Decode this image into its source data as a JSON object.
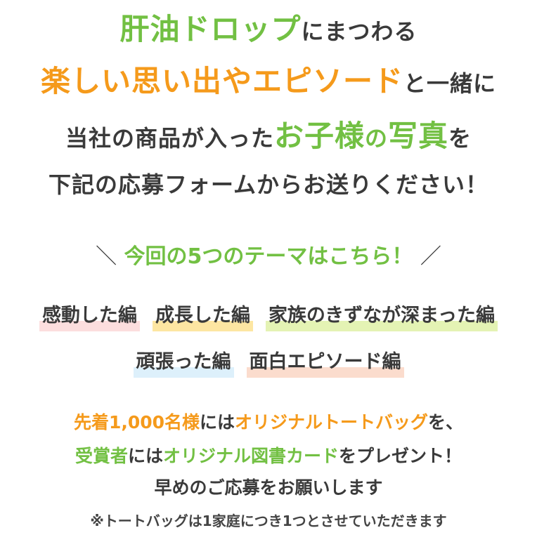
{
  "headline": {
    "line1": {
      "green": "肝油ドロップ",
      "dark": "にまつわる"
    },
    "line2": {
      "orange": "楽しい思い出やエピソード",
      "dark": "と一緒に"
    },
    "line3": {
      "dark1": "当社の商品が入った",
      "green1": "お子様",
      "green_small": "の",
      "green2": "写真",
      "dark2": "を"
    },
    "line4": "下記の応募フォームからお送りください！"
  },
  "themes": {
    "heading_left_slash": "＼",
    "heading": "今回の5つのテーマはこちら！",
    "heading_right_slash": "／",
    "row1": [
      "感動した編",
      "成長した編",
      "家族のきずなが深まった編"
    ],
    "row2": [
      "頑張った編",
      "面白エピソード編"
    ]
  },
  "present": {
    "line1": {
      "orange1": "先着1,000名様",
      "dark1": "には",
      "orange2": "オリジナルトートバッグ",
      "dark2": "を、"
    },
    "line2": {
      "green1": "受賞者",
      "dark1": "には",
      "green2": "オリジナル図書カード",
      "dark2": "をプレゼント！"
    },
    "line3": "早めのご応募をお願いします",
    "note": "※トートバッグは1家庭につき1つとさせていただきます"
  },
  "colors": {
    "green": "#72c043",
    "orange": "#f59a1b",
    "text": "#3a3a3a"
  }
}
